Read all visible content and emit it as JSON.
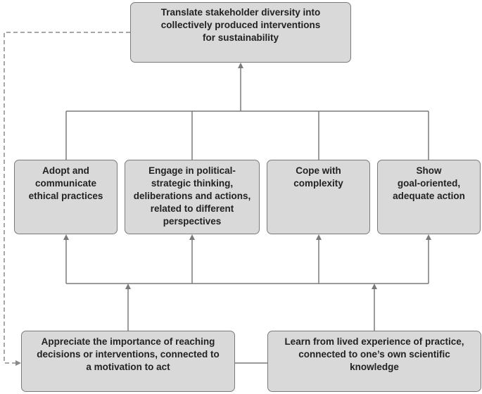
{
  "diagram": {
    "top_node": {
      "text": "Translate stakeholder diversity into\ncollectively produced interventions\nfor sustainability"
    },
    "middle_nodes": [
      {
        "text": "Adopt and\ncommunicate\nethical practices"
      },
      {
        "text": "Engage in political-\nstrategic thinking,\ndeliberations and actions,\nrelated to different\nperspectives"
      },
      {
        "text": "Cope with\ncomplexity"
      },
      {
        "text": "Show\ngoal-oriented,\nadequate action"
      }
    ],
    "bottom_nodes": [
      {
        "text": "Appreciate the importance of reaching\ndecisions or interventions, connected to\na motivation to act"
      },
      {
        "text": "Learn from lived experience of practice,\nconnected  to one’s own scientific\nknowledge"
      }
    ]
  },
  "colors": {
    "box_fill": "#d9d9d9",
    "box_border": "#7a7a7a",
    "connector": "#7a7a7a",
    "dashed_connector": "#8a8a8a",
    "text": "#222222"
  }
}
